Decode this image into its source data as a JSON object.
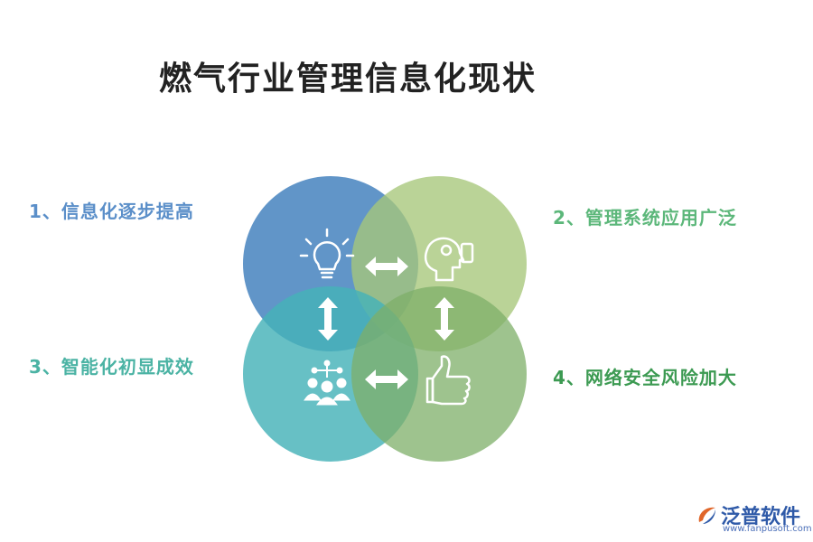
{
  "title": "燃气行业管理信息化现状",
  "items": [
    {
      "label": "1、信息化逐步提高",
      "color": "#5b8fc9",
      "circle_color": "#4b86c0",
      "icon": "lightbulb-icon"
    },
    {
      "label": "2、管理系统应用广泛",
      "color": "#5cb77a",
      "circle_color": "#a6c77a",
      "icon": "head-gear-icon"
    },
    {
      "label": "3、智能化初显成效",
      "color": "#4bb3a4",
      "circle_color": "#45b2b8",
      "icon": "team-network-icon"
    },
    {
      "label": "4、网络安全风险加大",
      "color": "#3c9a52",
      "circle_color": "#7daf68",
      "icon": "thumbs-up-icon"
    }
  ],
  "arrows": [
    "double-arrow-horizontal-icon",
    "double-arrow-vertical-icon"
  ],
  "watermark": {
    "name": "泛普软件",
    "url": "www.fanpusoft.com"
  }
}
